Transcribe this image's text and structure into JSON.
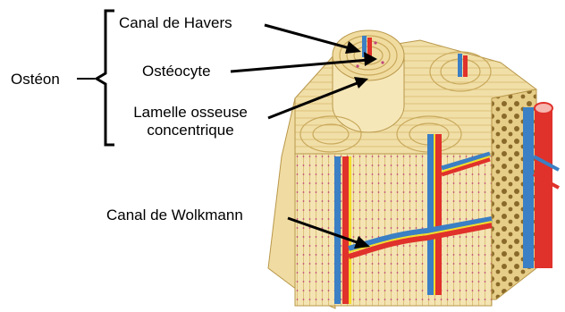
{
  "labels": {
    "osteon": "Ostéon",
    "havers": "Canal de Havers",
    "osteocyte": "Ostéocyte",
    "lamelle_line1": "Lamelle osseuse",
    "lamelle_line2": "concentrique",
    "wolkmann": "Canal de Wolkmann"
  },
  "colors": {
    "bone_light": "#f3e3b0",
    "bone_mid": "#ead08a",
    "lamella_line": "#c9a95c",
    "osteocyte": "#c0457a",
    "artery": "#e0312b",
    "vein": "#3b7fc4",
    "nerve": "#f2dd2a",
    "spongy": "#d9c07a",
    "arrow": "#000000"
  }
}
